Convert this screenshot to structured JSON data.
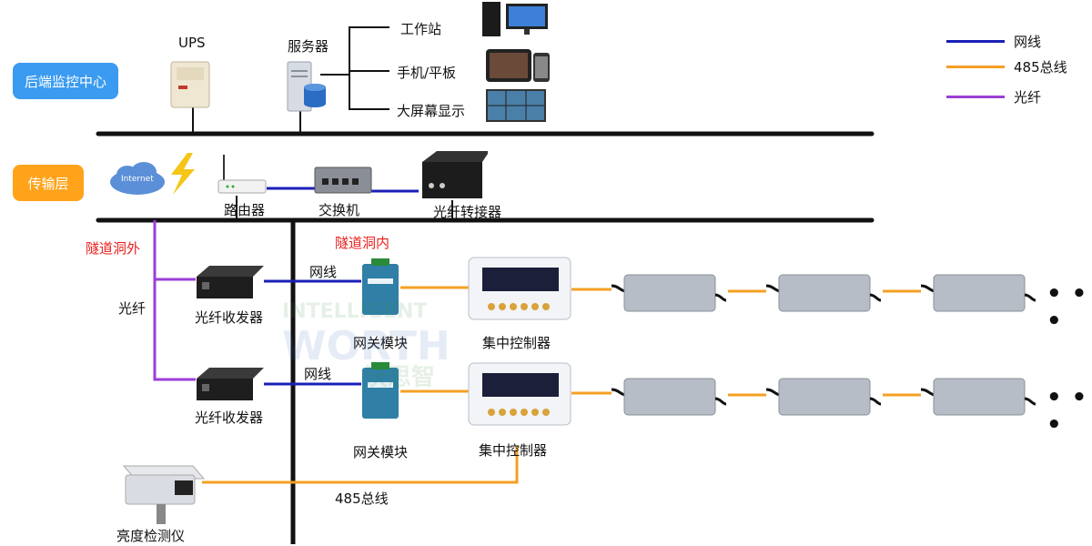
{
  "layers": {
    "backend": "后端监控中心",
    "transport": "传输层"
  },
  "colors": {
    "backend_badge": "#3a9bf0",
    "transport_badge": "#ffa31a",
    "network_line": "#1a1fb8",
    "bus485_line": "#f5a024",
    "fiber_line": "#9b3fd6",
    "bus": "#111111",
    "zone_label": "#e8201c"
  },
  "backend": {
    "ups_label": "UPS",
    "server_label": "服务器",
    "workstation_label": "工作站",
    "mobile_label": "手机/平板",
    "bigscreen_label": "大屏幕显示"
  },
  "transport": {
    "internet_text": "Internet",
    "router_label": "路由器",
    "switch_label": "交换机",
    "fiber_converter_label": "光纤转接器"
  },
  "zones": {
    "outside": "隧道洞外",
    "inside": "隧道洞内"
  },
  "field": {
    "fiber_text": "光纤",
    "net_line_1": "网线",
    "net_line_2": "网线",
    "transceiver_1": "光纤收发器",
    "transceiver_2": "光纤收发器",
    "gateway_1": "网关模块",
    "gateway_2": "网关模块",
    "controller_1": "集中控制器",
    "controller_2": "集中控制器",
    "bus485_text": "485总线",
    "meter_label": "亮度检测仪",
    "more_1": "• • •",
    "more_2": "• • •"
  },
  "legend": [
    {
      "label": "网线",
      "color": "#1a1fb8"
    },
    {
      "label": "485总线",
      "color": "#f5a024"
    },
    {
      "label": "光纤",
      "color": "#9b3fd6"
    }
  ],
  "watermark": {
    "line1": "INTELLIGENT",
    "line2": "WORTH",
    "line3": "沃思智"
  }
}
